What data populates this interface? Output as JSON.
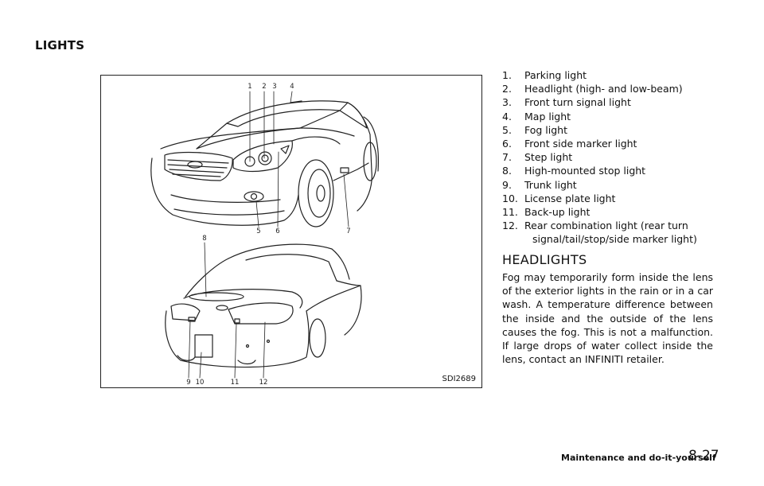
{
  "page": {
    "section_title": "LIGHTS",
    "figure_code": "SDI2689",
    "figure_callouts": [
      "1",
      "2",
      "3",
      "4",
      "5",
      "6",
      "7",
      "8",
      "9",
      "10",
      "11",
      "12"
    ],
    "legend": [
      {
        "num": "1.",
        "text": "Parking light"
      },
      {
        "num": "2.",
        "text": "Headlight (high- and low-beam)"
      },
      {
        "num": "3.",
        "text": "Front turn signal light"
      },
      {
        "num": "4.",
        "text": "Map light"
      },
      {
        "num": "5.",
        "text": "Fog light"
      },
      {
        "num": "6.",
        "text": "Front side marker light"
      },
      {
        "num": "7.",
        "text": "Step light"
      },
      {
        "num": "8.",
        "text": "High-mounted stop light"
      },
      {
        "num": "9.",
        "text": "Trunk light"
      },
      {
        "num": "10.",
        "text": "License plate light"
      },
      {
        "num": "11.",
        "text": "Back-up light"
      },
      {
        "num": "12.",
        "text": "Rear combination light (rear turn",
        "continuation": "signal/tail/stop/side marker light)"
      }
    ],
    "subheading": "HEADLIGHTS",
    "body": "Fog may temporarily form inside the lens of the exterior lights in the rain or in a car wash. A temperature difference between the inside and the outside of the lens causes the fog. This is not a malfunction. If large drops of water collect inside the lens, contact an INFINITI retailer.",
    "footer_label": "Maintenance and do-it-yourself",
    "page_number": "8-27"
  }
}
